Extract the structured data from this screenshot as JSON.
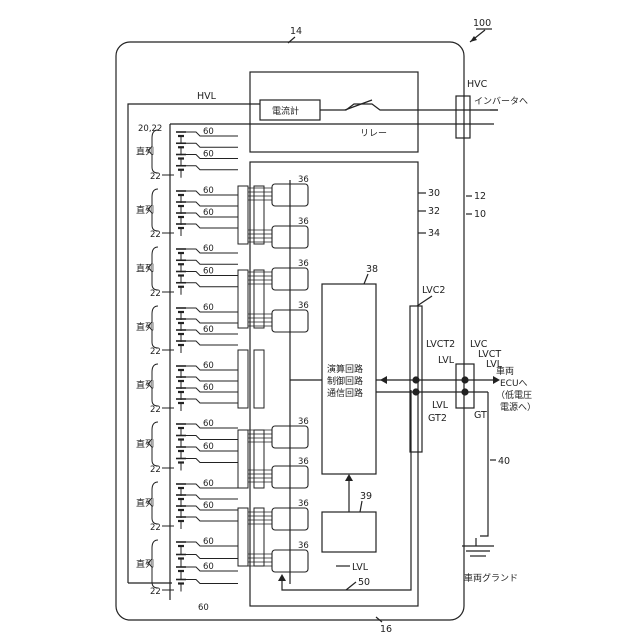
{
  "figure": {
    "ref_device": "100",
    "ref_case": "14",
    "ref_bottom": "16",
    "ref_30": "30",
    "ref_32": "32",
    "ref_34": "34",
    "ref_12": "12",
    "ref_10": "10",
    "ref_38": "38",
    "ref_39": "39",
    "ref_40": "40",
    "ref_50": "50"
  },
  "labels": {
    "hvl": "HVL",
    "hvc": "HVC",
    "ammeter": "電流計",
    "relay": "リレー",
    "to_inverter": "インバータへ",
    "lvc2": "LVC2",
    "lvct2": "LVCT2",
    "lvl": "LVL",
    "gt2": "GT2",
    "lvc": "LVC",
    "lvct": "LVCT",
    "gt": "GT",
    "ecu_lines": [
      "車両",
      "ECUへ",
      "（低電圧",
      "電源へ）"
    ],
    "circuit_lines": [
      "演算回路",
      "制御回路",
      "通信回路"
    ],
    "ground": "車両グランド",
    "lvl_bottom": "LVL",
    "series": "直列",
    "cell_ref": "22",
    "top_cell_ref": "20,22",
    "line_ref": "60",
    "ic_ref": "36"
  },
  "colors": {
    "ink": "#222222",
    "background": "#ffffff"
  }
}
